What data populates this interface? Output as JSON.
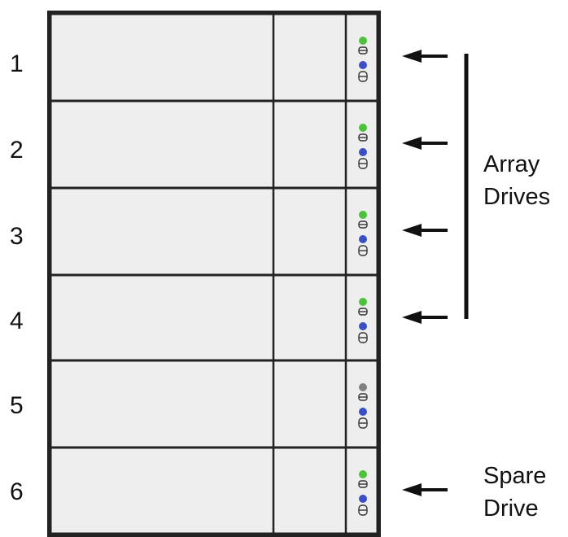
{
  "diagram": {
    "drives": [
      {
        "number": "1",
        "status_led": "green",
        "role": "array"
      },
      {
        "number": "2",
        "status_led": "green",
        "role": "array"
      },
      {
        "number": "3",
        "status_led": "green",
        "role": "array"
      },
      {
        "number": "4",
        "status_led": "green",
        "role": "array"
      },
      {
        "number": "5",
        "status_led": "gray",
        "role": "none"
      },
      {
        "number": "6",
        "status_led": "green",
        "role": "spare"
      }
    ],
    "labels": {
      "array_line1": "Array",
      "array_line2": "Drives",
      "spare_line1": "Spare",
      "spare_line2": "Drive"
    },
    "colors": {
      "green": "#4cc23a",
      "gray": "#808080",
      "blue": "#3a4fc4",
      "panel": "#eeeeee",
      "border": "#222222"
    }
  }
}
